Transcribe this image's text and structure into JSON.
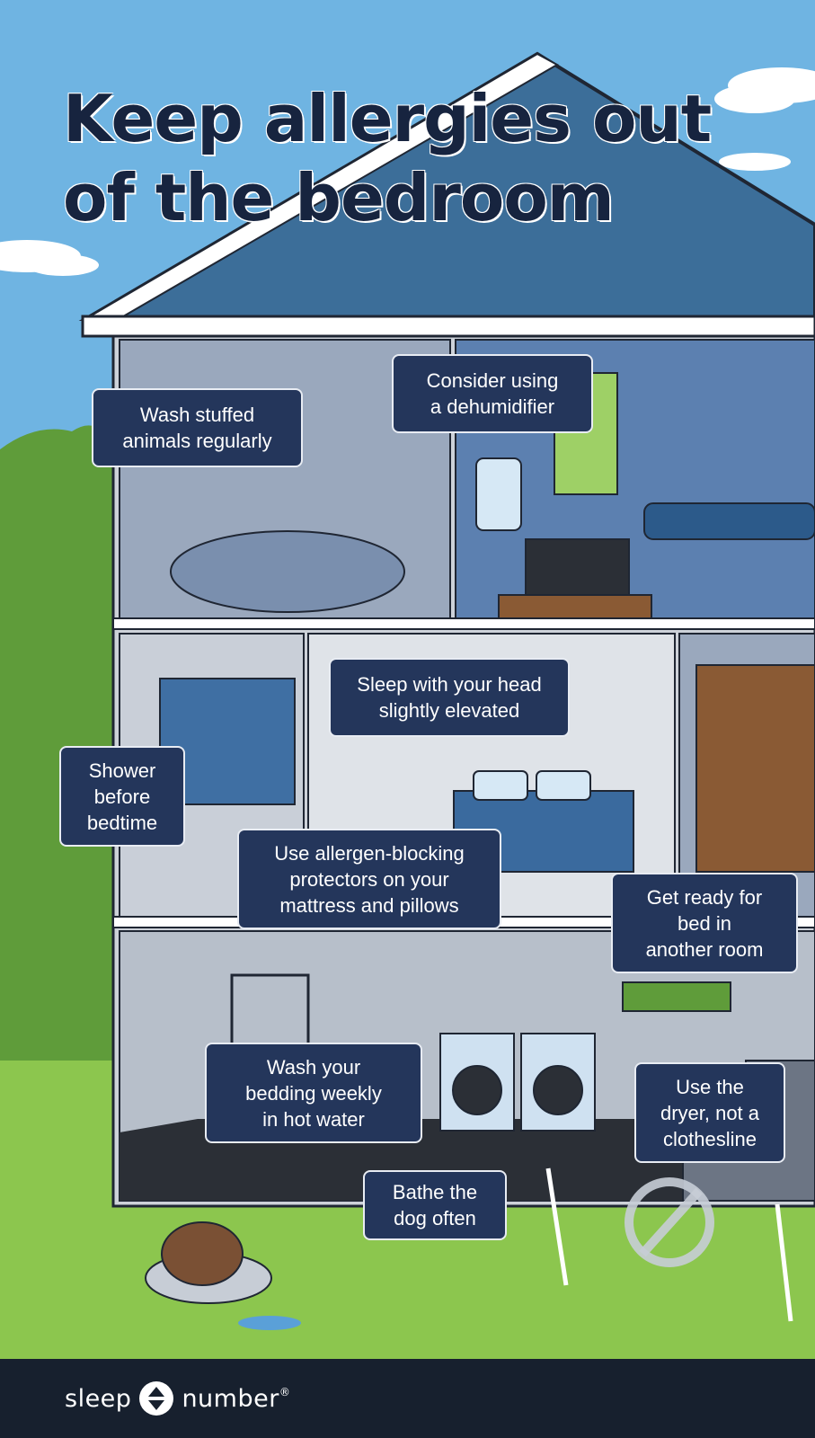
{
  "title": {
    "line1": "Keep allergies out",
    "line2": "of the bedroom"
  },
  "callouts": {
    "stuffed_animals": [
      "Wash stuffed",
      "animals regularly"
    ],
    "dehumidifier": [
      "Consider using",
      "a dehumidifier"
    ],
    "head_elevated": [
      "Sleep with your head",
      "slightly elevated"
    ],
    "shower": [
      "Shower",
      "before",
      "bedtime"
    ],
    "protectors": [
      "Use allergen-blocking",
      "protectors on your",
      "mattress and pillows"
    ],
    "another_room": [
      "Get ready for",
      "bed in",
      "another room"
    ],
    "wash_bedding": [
      "Wash your",
      "bedding weekly",
      "in hot water"
    ],
    "dryer": [
      "Use the",
      "dryer, not a",
      "clothesline"
    ],
    "dog": [
      "Bathe the",
      "dog often"
    ]
  },
  "footer": {
    "logo_left": "sleep",
    "logo_right": "number",
    "logo_mark": "®"
  },
  "colors": {
    "sky": "#6fb4e2",
    "grass": "#8cc64e",
    "roof": "#3c6e99",
    "callout": "#24365b",
    "footer": "#17202e"
  }
}
